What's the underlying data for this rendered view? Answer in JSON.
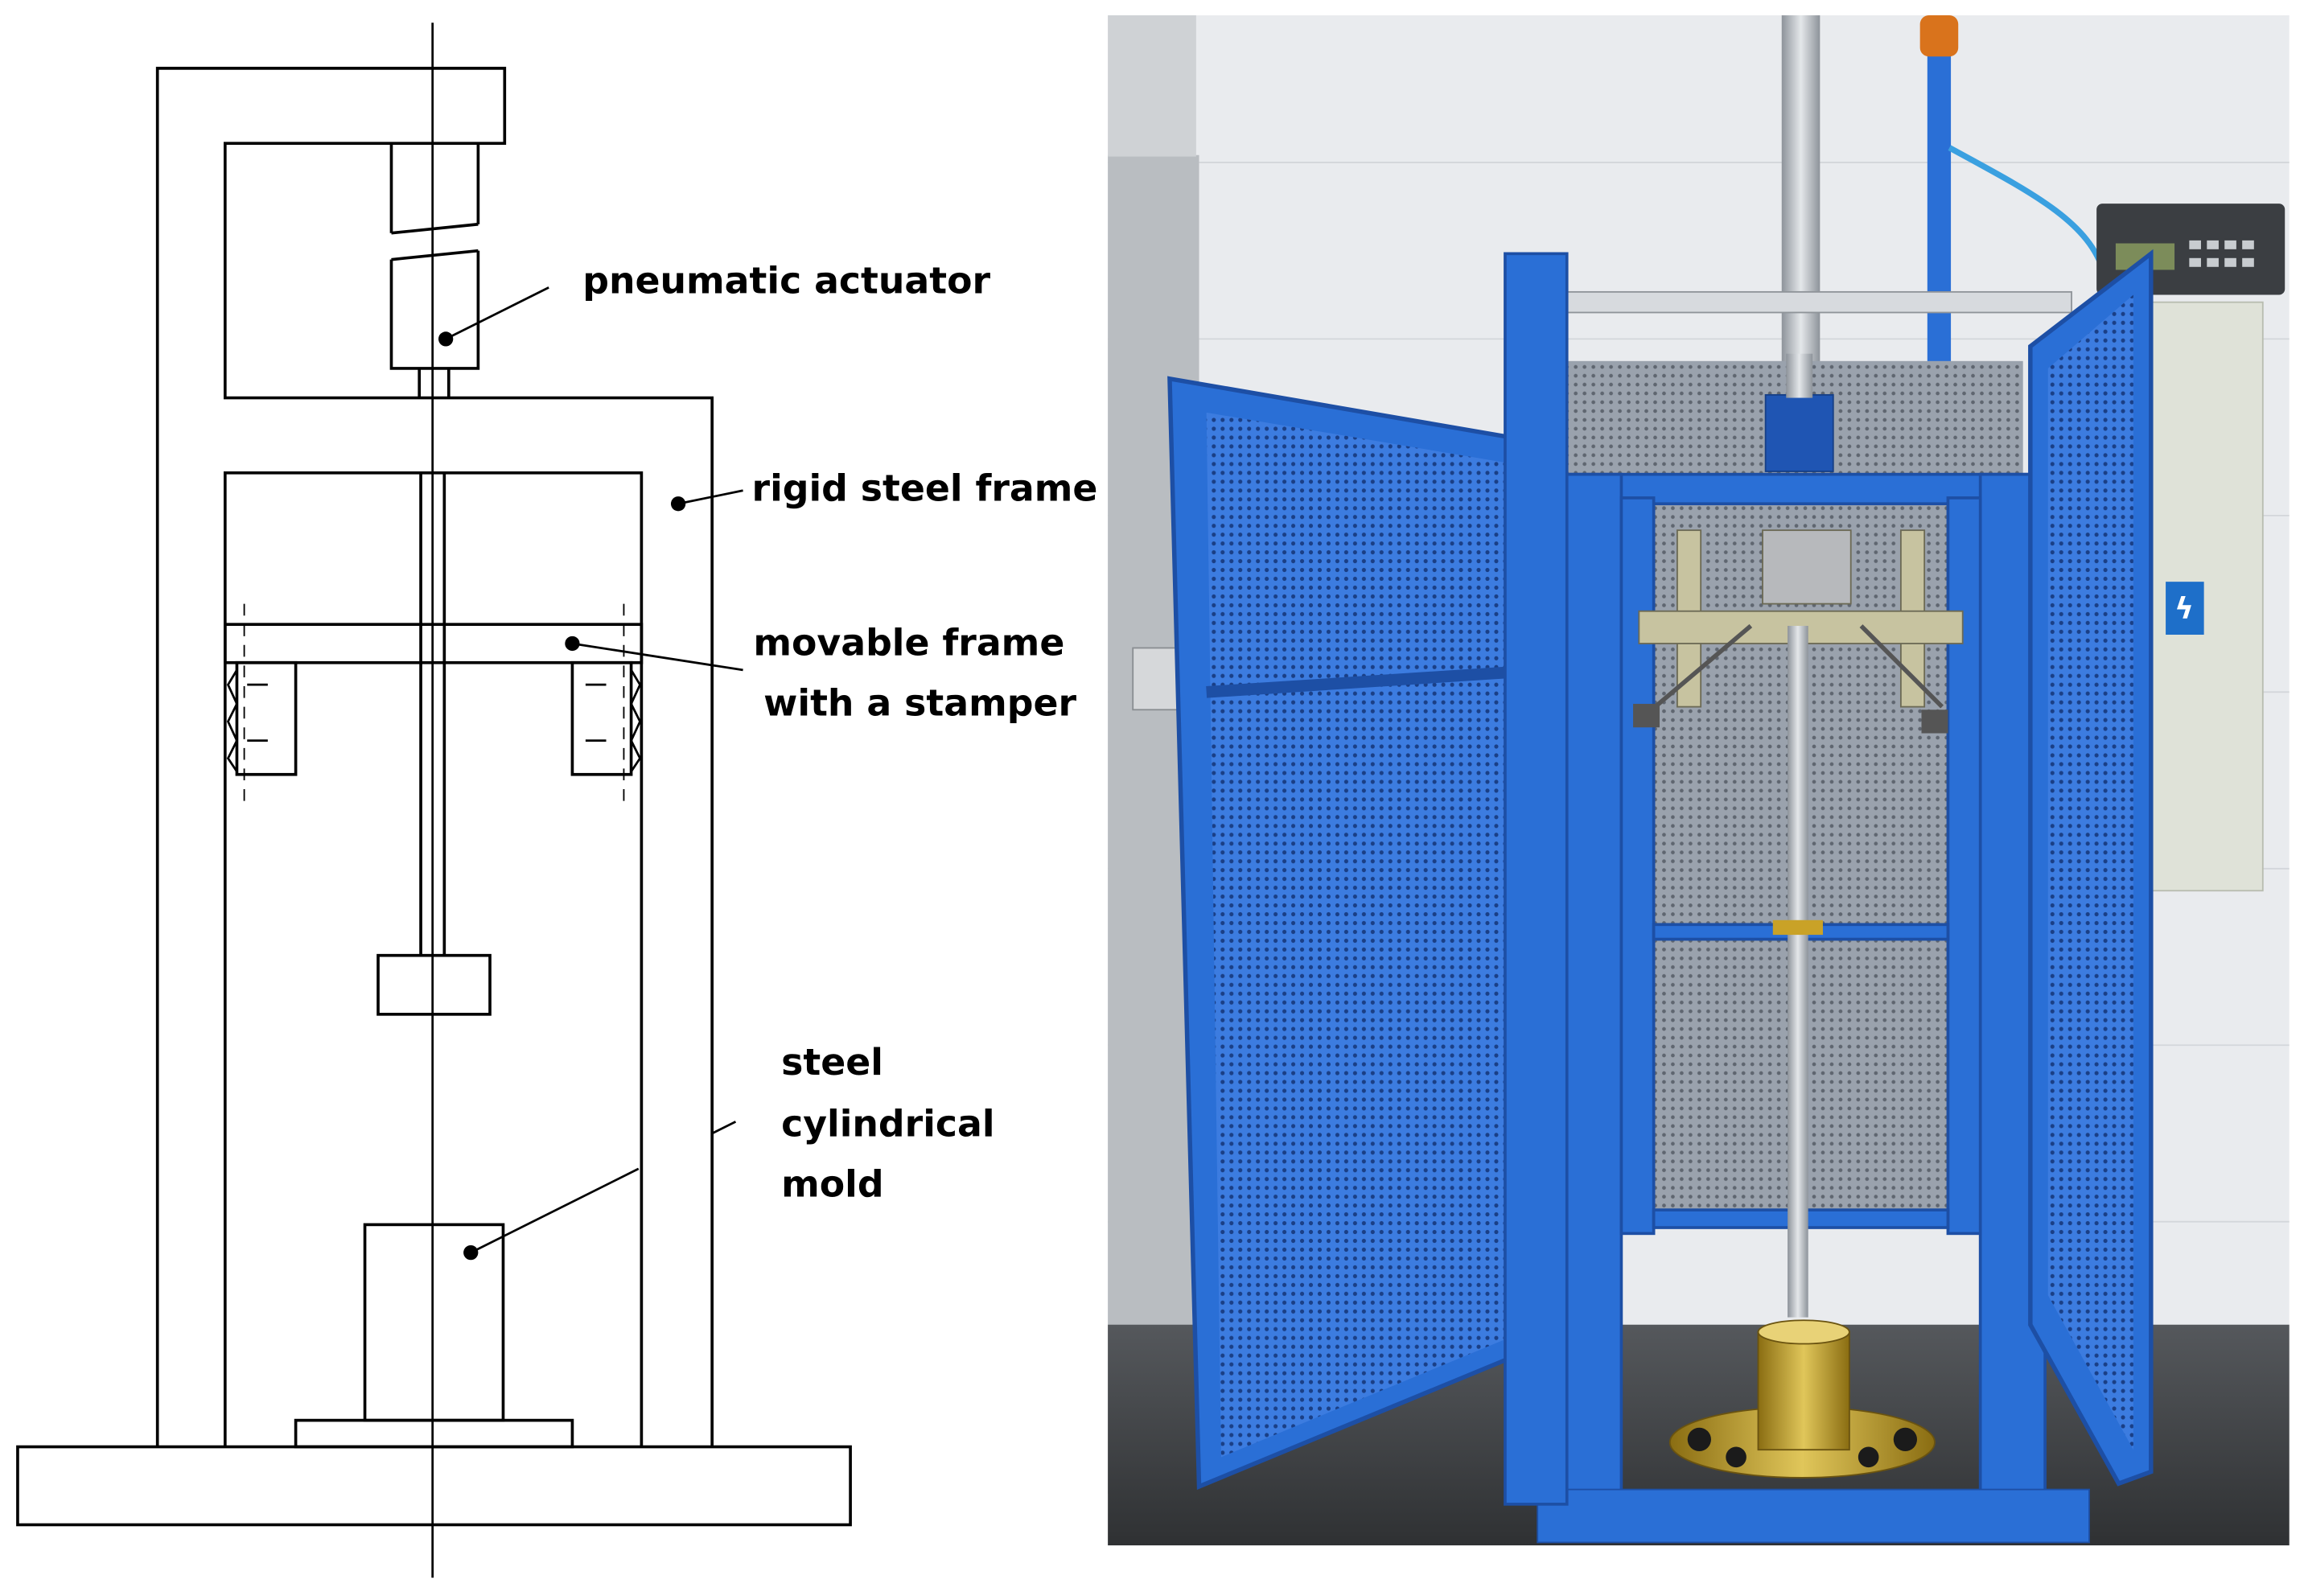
{
  "diagram": {
    "labels": {
      "actuator": [
        "pneumatic actuator"
      ],
      "frame": [
        "rigid steel frame"
      ],
      "movable": [
        "movable frame",
        "with a stamper"
      ],
      "mold": [
        "steel",
        "cylindrical",
        "mold"
      ]
    }
  },
  "photo": {
    "icon": "lightning-icon",
    "colors": {
      "machine_blue": "#2a6fd6",
      "machine_blue_dark": "#1d4fa5",
      "wall": "#e9ebee",
      "floor": "#3d3f42",
      "steel": "#c9cdd2",
      "brass": "#c9a227"
    }
  }
}
